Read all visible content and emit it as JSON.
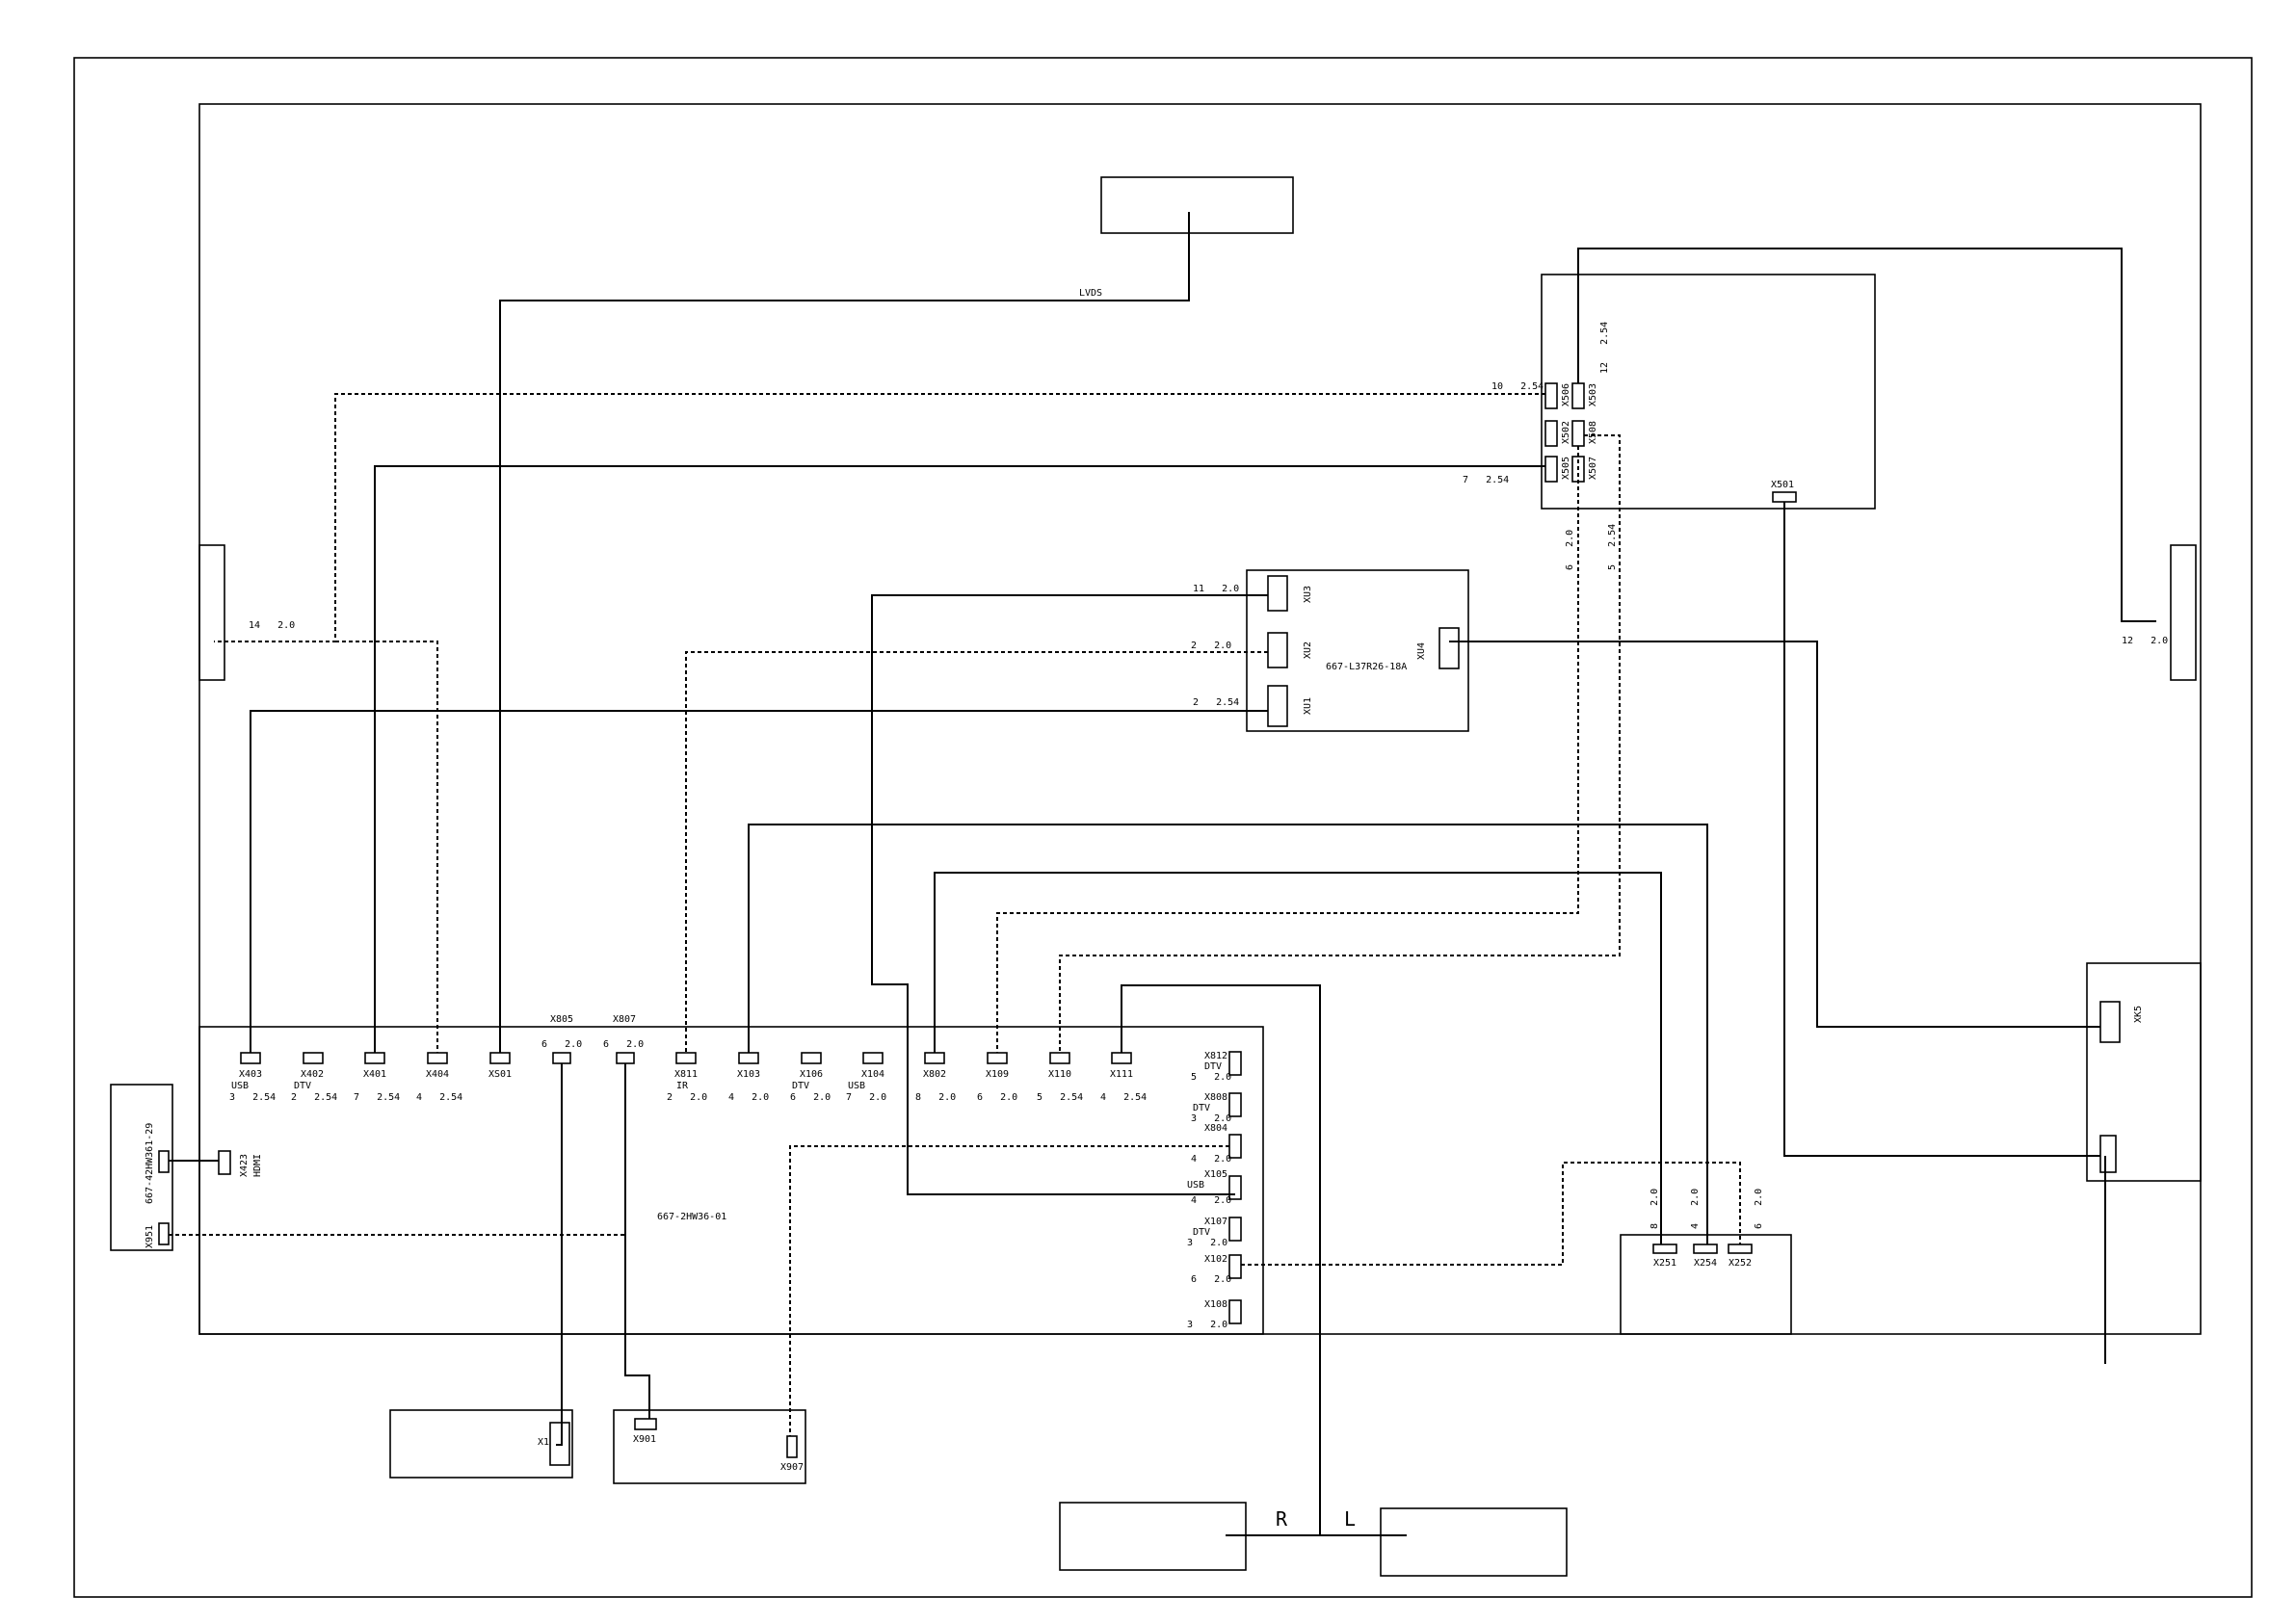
{
  "labels": {
    "lvds": "LVDS",
    "main_board": "667-2HW36-01",
    "ir_board": "667-L37R26-18A",
    "hdmi_board": "667-42HW361-29",
    "hdmi": "HDMI",
    "r": "R",
    "l": "L"
  },
  "left_edge": {
    "spec": "14   2.0"
  },
  "right_edge": {
    "spec": "12   2.0"
  },
  "power_board": {
    "x506": "X506",
    "x503": "X503",
    "x502": "X502",
    "x508": "X508",
    "x505": "X505",
    "x507": "X507",
    "x501": "X501",
    "spec_10": "10   2.54",
    "spec_12": "12   2.54",
    "spec_7": "7   2.54",
    "spec_6": "6   2.0",
    "spec_5": "5   2.54"
  },
  "ir_board": {
    "xu3": "XU3",
    "xu2": "XU2",
    "xu1": "XU1",
    "xu4": "XU4",
    "spec_11": "11   2.0",
    "spec_2a": "2   2.0",
    "spec_2b": "2   2.54"
  },
  "main_connectors": [
    {
      "name": "X403",
      "type": "USB",
      "spec": "3   2.54"
    },
    {
      "name": "X402",
      "type": "DTV",
      "spec": "2   2.54"
    },
    {
      "name": "X401",
      "type": "",
      "spec": "7   2.54"
    },
    {
      "name": "X404",
      "type": "",
      "spec": "4   2.54"
    },
    {
      "name": "XS01",
      "type": "",
      "spec": ""
    },
    {
      "name": "X805",
      "type": "",
      "spec": "6   2.0"
    },
    {
      "name": "X807",
      "type": "",
      "spec": "6   2.0"
    },
    {
      "name": "X811",
      "type": "IR",
      "spec": "2   2.0"
    },
    {
      "name": "X103",
      "type": "",
      "spec": "4   2.0"
    },
    {
      "name": "X106",
      "type": "DTV",
      "spec": "6   2.0"
    },
    {
      "name": "X104",
      "type": "USB",
      "spec": "7   2.0"
    },
    {
      "name": "X802",
      "type": "",
      "spec": "8   2.0"
    },
    {
      "name": "X109",
      "type": "",
      "spec": "6   2.0"
    },
    {
      "name": "X110",
      "type": "",
      "spec": "5   2.54"
    },
    {
      "name": "X111",
      "type": "",
      "spec": "4   2.54"
    }
  ],
  "right_connectors": [
    {
      "name": "X812",
      "type": "DTV",
      "spec": "5   2.0"
    },
    {
      "name": "X808",
      "type": "DTV",
      "spec": "3   2.0"
    },
    {
      "name": "X804",
      "type": "",
      "spec": "4   2.0"
    },
    {
      "name": "X105",
      "type": "USB",
      "spec": "4   2.0"
    },
    {
      "name": "X107",
      "type": "DTV",
      "spec": "3   2.0"
    },
    {
      "name": "X102",
      "type": "",
      "spec": "6   2.0"
    },
    {
      "name": "X108",
      "type": "",
      "spec": "3   2.0"
    }
  ],
  "hdmi_board": {
    "x423": "X423",
    "x951": "X951"
  },
  "audio_board": {
    "x251": "X251",
    "x254": "X254",
    "x252": "X252",
    "spec_8": "8   2.0",
    "spec_4": "4   2.0",
    "spec_6": "6   2.0"
  },
  "key_board": {
    "xk5": "XK5"
  },
  "bottom_boards": {
    "x1": "X1",
    "x901": "X901",
    "x907": "X907"
  }
}
